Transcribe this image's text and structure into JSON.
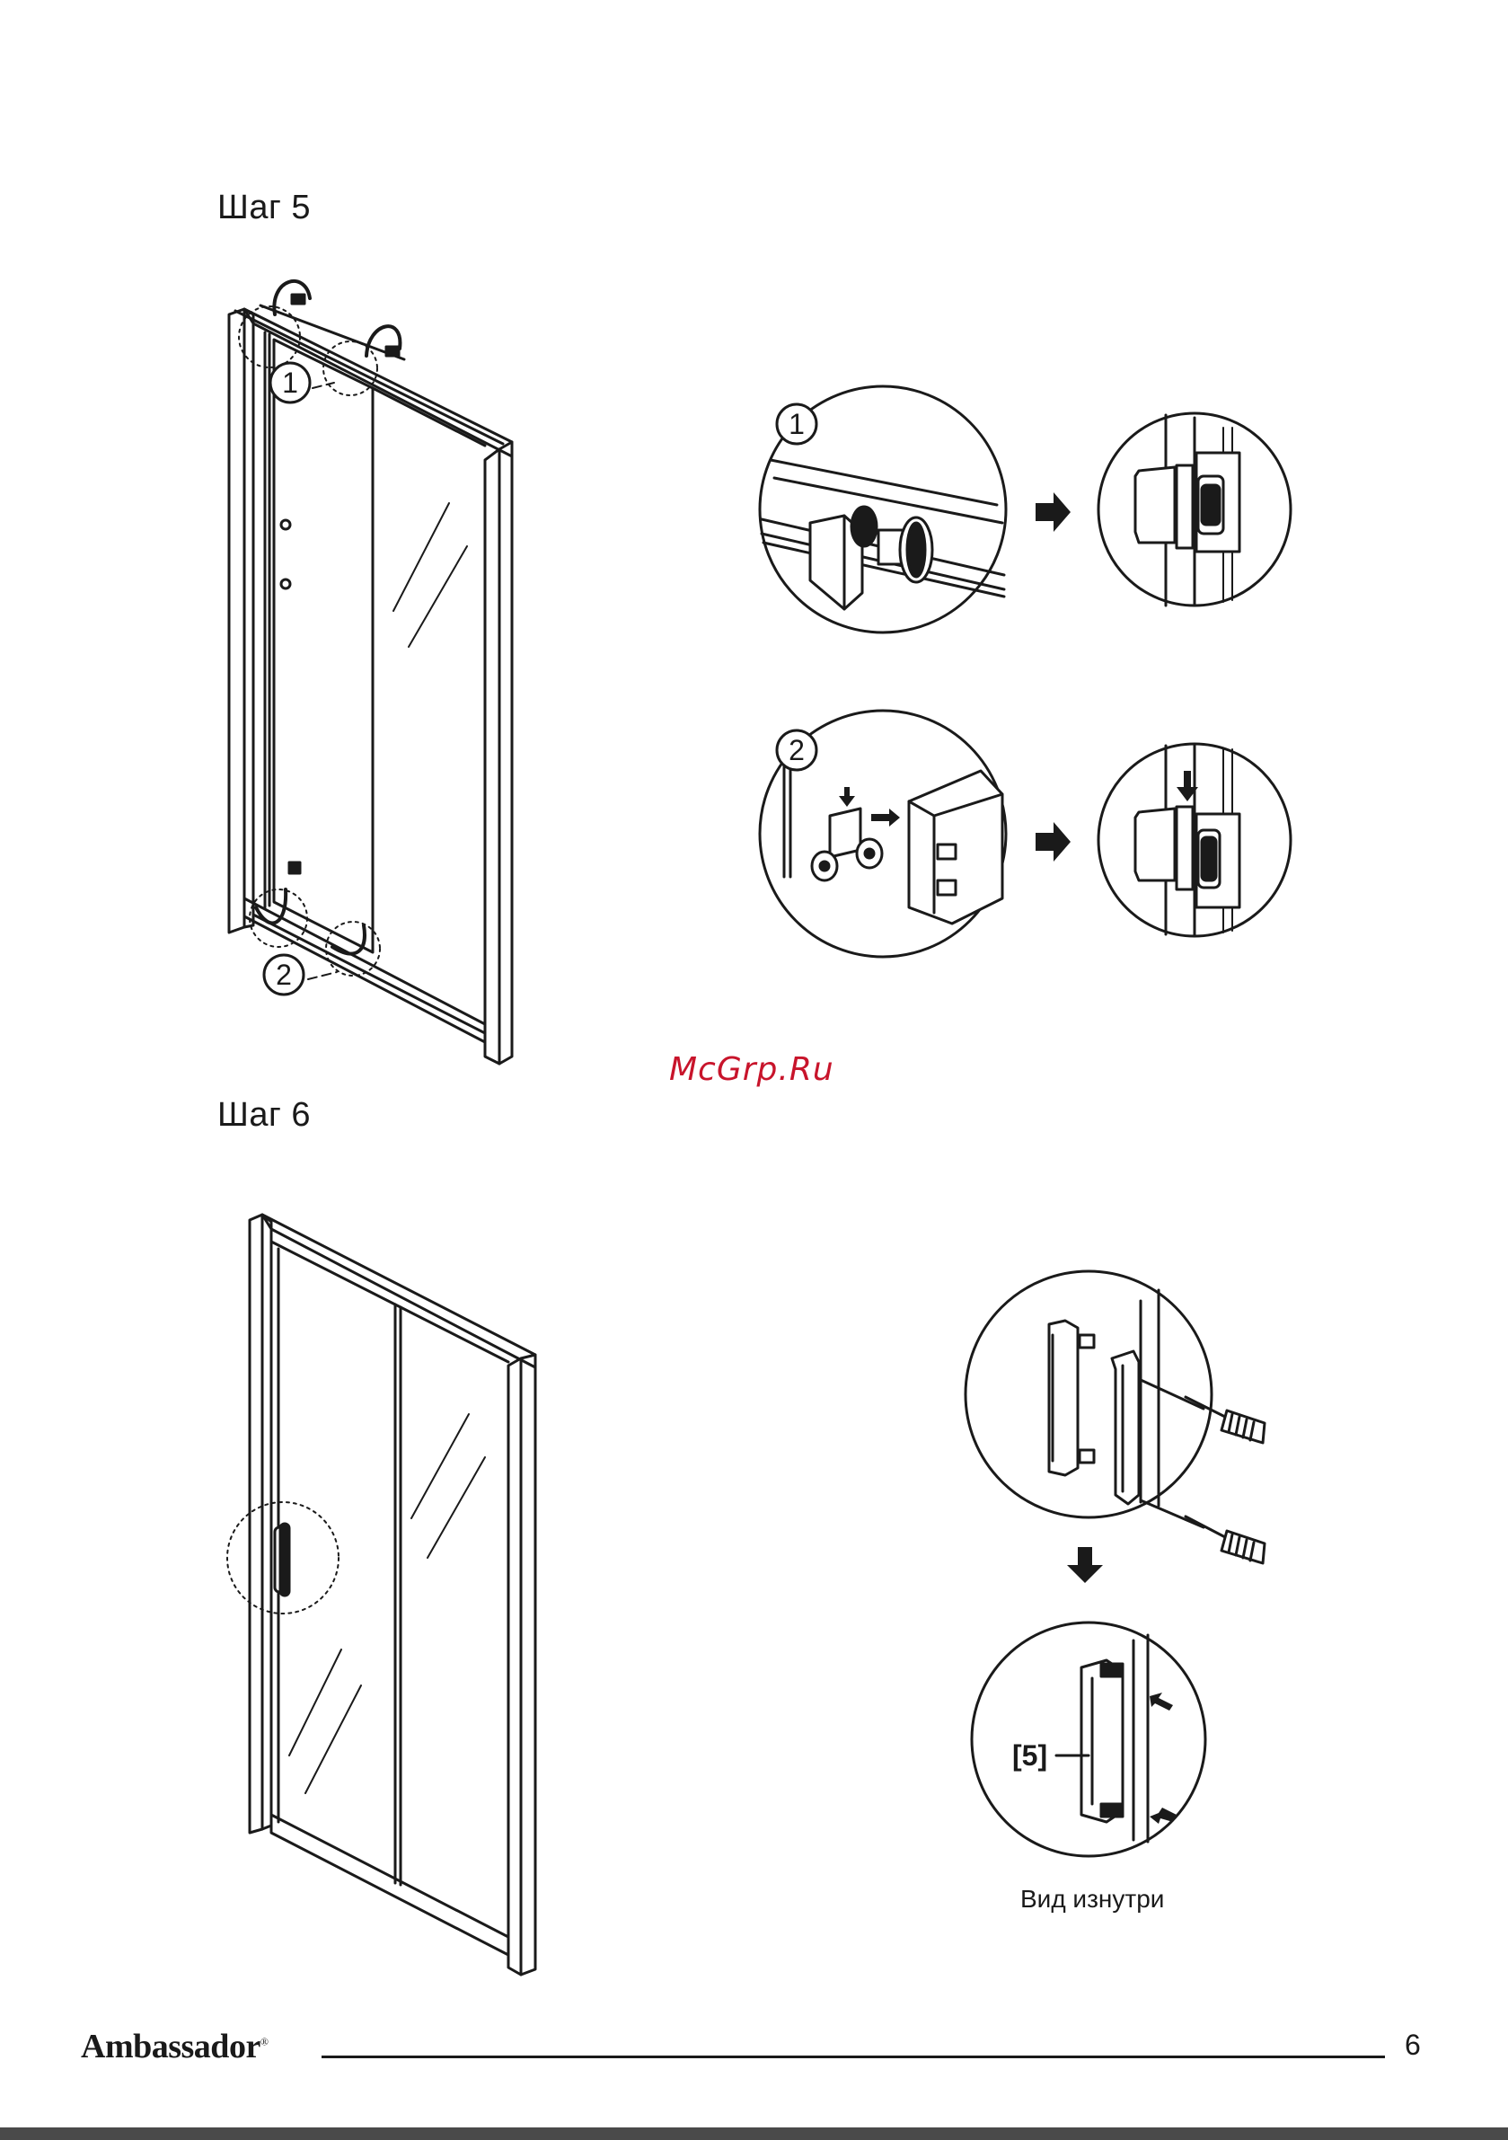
{
  "steps": [
    {
      "title": "Шаг 5"
    },
    {
      "title": "Шаг 6"
    }
  ],
  "callouts": {
    "one": "1",
    "two": "2"
  },
  "watermark": "McGrp.Ru",
  "part_label": "[5]",
  "inside_view_caption": "Вид изнутри",
  "footer": {
    "brand": "Ambassador",
    "registered_mark": "®",
    "page_number": "6"
  },
  "icons": [
    "arrow-right-icon",
    "arrow-down-icon",
    "screwdriver-icon",
    "handle-icon"
  ]
}
